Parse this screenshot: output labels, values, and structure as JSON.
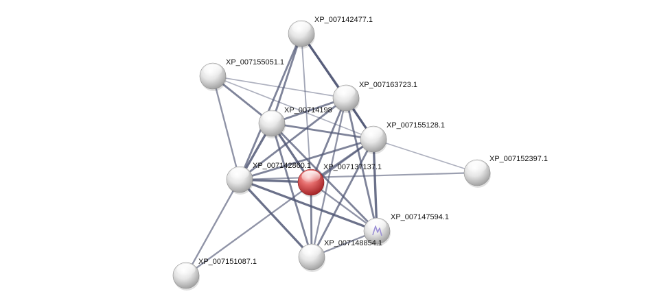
{
  "network": {
    "query_protein": "XP_007137137.1",
    "nodes": [
      {
        "id": "XP_007142477.1",
        "label": "XP_007142477.1",
        "type": "neighbor"
      },
      {
        "id": "XP_007155051.1",
        "label": "XP_007155051.1",
        "type": "neighbor"
      },
      {
        "id": "XP_007163723.1",
        "label": "XP_007163723.1",
        "type": "neighbor"
      },
      {
        "id": "XP_00714198",
        "label": "XP_00714198",
        "type": "neighbor"
      },
      {
        "id": "XP_007155128.1",
        "label": "XP_007155128.1",
        "type": "neighbor"
      },
      {
        "id": "XP_007152397.1",
        "label": "XP_007152397.1",
        "type": "neighbor"
      },
      {
        "id": "XP_007142860.1",
        "label": "XP_007142860.1",
        "type": "neighbor"
      },
      {
        "id": "XP_007137137.1",
        "label": "XP_007137137.1",
        "type": "query"
      },
      {
        "id": "XP_007147594.1",
        "label": "XP_007147594.1",
        "type": "neighbor-structure"
      },
      {
        "id": "XP_007148854.1",
        "label": "XP_007148854.1",
        "type": "neighbor"
      },
      {
        "id": "XP_007151087.1",
        "label": "XP_007151087.1",
        "type": "neighbor"
      }
    ],
    "edges": [
      {
        "source": "XP_007142477.1",
        "target": "XP_007163723.1",
        "weight": 0.9
      },
      {
        "source": "XP_007142477.1",
        "target": "XP_00714198",
        "weight": 0.7
      },
      {
        "source": "XP_007142477.1",
        "target": "XP_007142860.1",
        "weight": 0.7
      },
      {
        "source": "XP_007142477.1",
        "target": "XP_007137137.1",
        "weight": 0.3
      },
      {
        "source": "XP_007142477.1",
        "target": "XP_007155128.1",
        "weight": 0.7
      },
      {
        "source": "XP_007155051.1",
        "target": "XP_00714198",
        "weight": 0.7
      },
      {
        "source": "XP_007155051.1",
        "target": "XP_007163723.1",
        "weight": 0.2
      },
      {
        "source": "XP_007155051.1",
        "target": "XP_007155128.1",
        "weight": 0.2
      },
      {
        "source": "XP_007155051.1",
        "target": "XP_007142860.1",
        "weight": 0.5
      },
      {
        "source": "XP_007163723.1",
        "target": "XP_00714198",
        "weight": 0.7
      },
      {
        "source": "XP_007163723.1",
        "target": "XP_007142860.1",
        "weight": 0.7
      },
      {
        "source": "XP_007163723.1",
        "target": "XP_007155128.1",
        "weight": 0.9
      },
      {
        "source": "XP_007163723.1",
        "target": "XP_007137137.1",
        "weight": 0.7
      },
      {
        "source": "XP_007163723.1",
        "target": "XP_007147594.1",
        "weight": 0.7
      },
      {
        "source": "XP_007163723.1",
        "target": "XP_007148854.1",
        "weight": 0.5
      },
      {
        "source": "XP_00714198",
        "target": "XP_007155128.1",
        "weight": 0.7
      },
      {
        "source": "XP_00714198",
        "target": "XP_007142860.1",
        "weight": 0.9
      },
      {
        "source": "XP_00714198",
        "target": "XP_007137137.1",
        "weight": 0.9
      },
      {
        "source": "XP_00714198",
        "target": "XP_007147594.1",
        "weight": 0.7
      },
      {
        "source": "XP_00714198",
        "target": "XP_007148854.1",
        "weight": 0.7
      },
      {
        "source": "XP_007155128.1",
        "target": "XP_007142860.1",
        "weight": 0.7
      },
      {
        "source": "XP_007155128.1",
        "target": "XP_007137137.1",
        "weight": 0.7
      },
      {
        "source": "XP_007155128.1",
        "target": "XP_007147594.1",
        "weight": 0.9
      },
      {
        "source": "XP_007155128.1",
        "target": "XP_007148854.1",
        "weight": 0.7
      },
      {
        "source": "XP_007155128.1",
        "target": "XP_007152397.1",
        "weight": 0.2
      },
      {
        "source": "XP_007142860.1",
        "target": "XP_007137137.1",
        "weight": 0.9
      },
      {
        "source": "XP_007142860.1",
        "target": "XP_007152397.1",
        "weight": 0.4
      },
      {
        "source": "XP_007142860.1",
        "target": "XP_007147594.1",
        "weight": 0.9
      },
      {
        "source": "XP_007142860.1",
        "target": "XP_007148854.1",
        "weight": 0.9
      },
      {
        "source": "XP_007142860.1",
        "target": "XP_007151087.1",
        "weight": 0.5
      },
      {
        "source": "XP_007137137.1",
        "target": "XP_007147594.1",
        "weight": 0.5
      },
      {
        "source": "XP_007137137.1",
        "target": "XP_007148854.1",
        "weight": 0.7
      },
      {
        "source": "XP_007147594.1",
        "target": "XP_007148854.1",
        "weight": 0.5
      },
      {
        "source": "XP_007151087.1",
        "target": "XP_007155128.1",
        "weight": 0.5
      }
    ]
  },
  "colors": {
    "edge": "#4f5674",
    "neighbor_node": "#d9d9d9",
    "query_node": "#d9363a",
    "label_text": "#111111"
  }
}
